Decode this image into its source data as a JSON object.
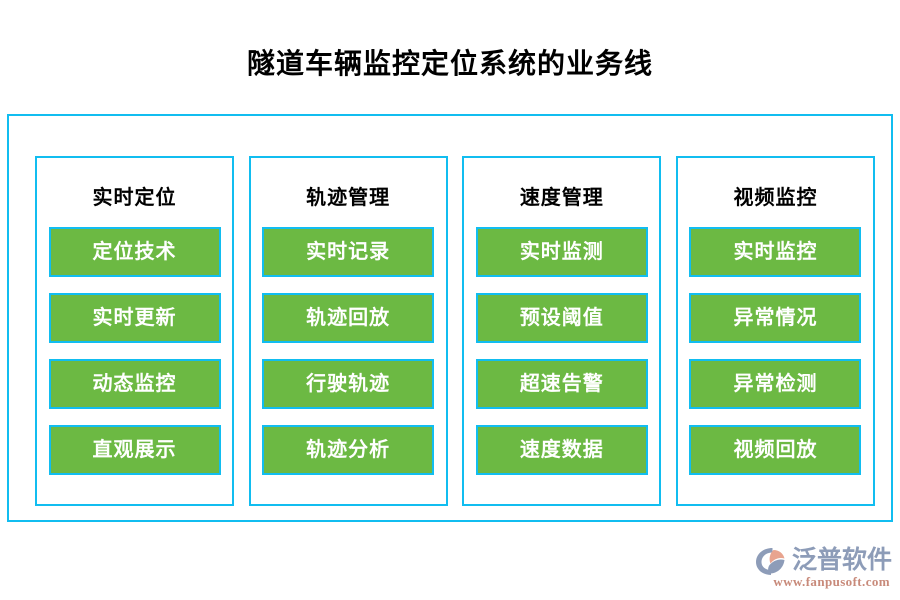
{
  "page": {
    "title": "隧道车辆监控定位系统的业务线"
  },
  "diagram": {
    "columns": [
      {
        "header": "实时定位",
        "items": [
          "定位技术",
          "实时更新",
          "动态监控",
          "直观展示"
        ]
      },
      {
        "header": "轨迹管理",
        "items": [
          "实时记录",
          "轨迹回放",
          "行驶轨迹",
          "轨迹分析"
        ]
      },
      {
        "header": "速度管理",
        "items": [
          "实时监测",
          "预设阈值",
          "超速告警",
          "速度数据"
        ]
      },
      {
        "header": "视频监控",
        "items": [
          "实时监控",
          "异常情况",
          "异常检测",
          "视频回放"
        ]
      }
    ]
  },
  "brand": {
    "name": "泛普软件",
    "url": "www.fanpusoft.com",
    "mark_icon": "fanpu-swoosh-logo-icon"
  },
  "colors": {
    "border_cyan": "#11bdf0",
    "item_green": "#6cb943",
    "title_black": "#000000",
    "item_text_white": "#ffffff",
    "brand_name_blue_gray": "#8d9cb8",
    "brand_url_salmon": "#c88a7a"
  }
}
